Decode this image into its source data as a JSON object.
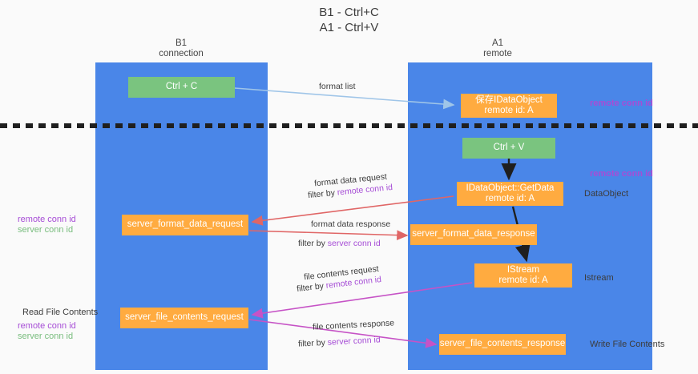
{
  "title": {
    "line1": "B1 - Ctrl+C",
    "line2": "A1 - Ctrl+V"
  },
  "columns": {
    "left": {
      "name": "B1",
      "role": "connection"
    },
    "right": {
      "name": "A1",
      "role": "remote"
    }
  },
  "nodes": {
    "ctrl_c": {
      "label": "Ctrl + C",
      "color": "#7ac47f"
    },
    "save_idataobject": {
      "line1": "保存IDataObject",
      "line2": "remote id: A",
      "color": "#ffab40"
    },
    "ctrl_v": {
      "label": "Ctrl + V",
      "color": "#7ac47f"
    },
    "getdata": {
      "line1": "IDataObject::GetData",
      "line2": "remote id: A",
      "color": "#ffab40"
    },
    "server_format_data_request": {
      "label": "server_format_data_request",
      "color": "#ffab40"
    },
    "server_format_data_response": {
      "label": "server_format_data_response",
      "color": "#ffab40"
    },
    "istream": {
      "line1": "IStream",
      "line2": "remote id: A",
      "color": "#ffab40"
    },
    "server_file_contents_request": {
      "label": "server_file_contents_request",
      "color": "#ffab40"
    },
    "server_file_contents_response": {
      "label": "server_file_contents_response",
      "color": "#ffab40"
    }
  },
  "edge_labels": {
    "format_list": "format list",
    "format_data_request": "format data request",
    "format_data_request_filter_prefix": "filter by ",
    "format_data_request_filter_key": "remote conn id",
    "format_data_response": "format data response",
    "format_data_response_filter_prefix": "filter by ",
    "format_data_response_filter_key": "server conn id",
    "file_contents_request": "file contents request",
    "file_contents_request_filter_prefix": "filter by ",
    "file_contents_request_filter_key": "remote conn id",
    "file_contents_response": "file contents response",
    "file_contents_response_filter_prefix": "filter by ",
    "file_contents_response_filter_key": "server conn id"
  },
  "annotations": {
    "right_remote_conn_id_top": "remote conn id",
    "right_remote_conn_id_mid": "remote conn id",
    "dataobject": "DataObject",
    "istream": "Istream",
    "write_file_contents": "Write File Contents",
    "left_remote_conn_id": "remote conn id",
    "left_server_conn_id": "server conn id",
    "read_file_contents": "Read File Contents",
    "left_remote_conn_id_2": "remote conn id",
    "left_server_conn_id_2": "server conn id"
  },
  "colors": {
    "column_blue": "#4a86e8",
    "node_orange": "#ffab40",
    "node_green": "#7ac47f",
    "key_purple": "#a64dd6",
    "key_green": "#79bd7e",
    "arrow_blue": "#9fc5e8",
    "arrow_red": "#e06666",
    "arrow_magenta": "#c653c6",
    "arrow_black": "#1f1f1f",
    "divider": "#1f1f1f"
  }
}
